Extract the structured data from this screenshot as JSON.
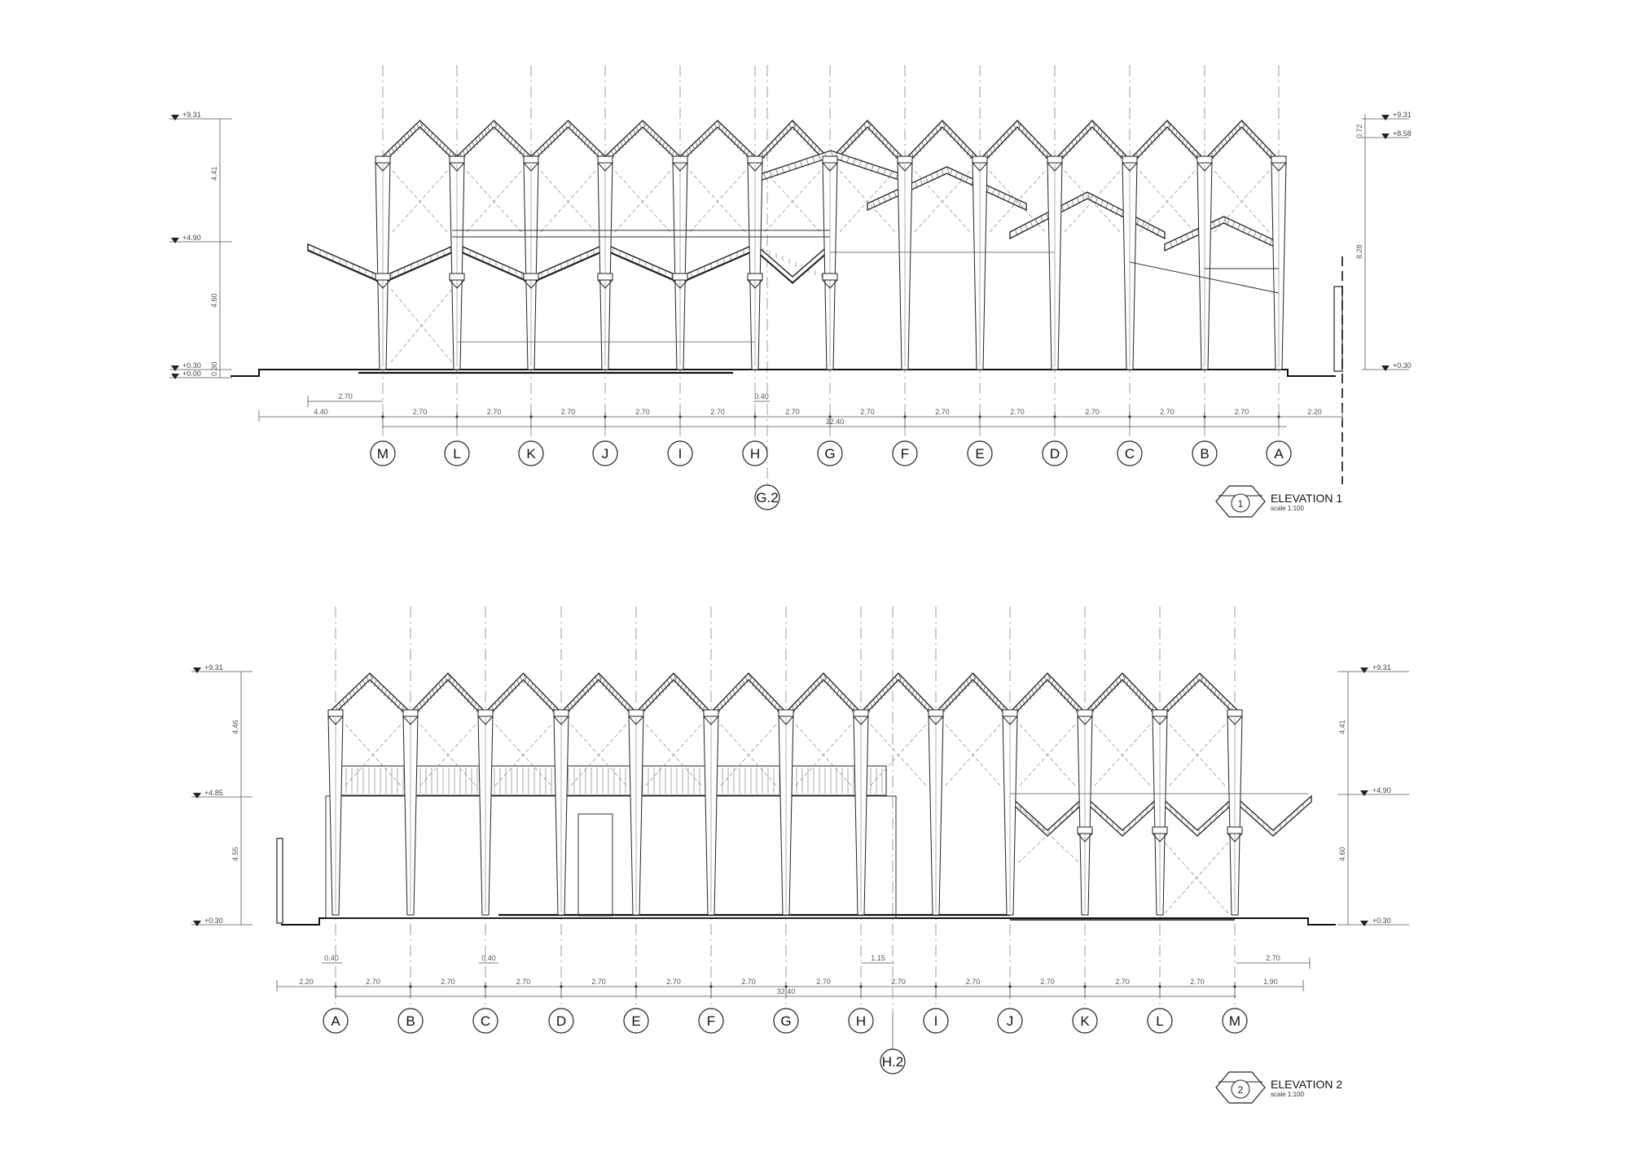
{
  "sheet": {
    "drawings": [
      {
        "title": "ELEVATION 1",
        "scale": "scale 1:100",
        "number": "1",
        "extra_grid_label": "G.2",
        "grid_labels": [
          "M",
          "L",
          "K",
          "J",
          "I",
          "H",
          "G",
          "F",
          "E",
          "D",
          "C",
          "B",
          "A"
        ],
        "bay_dims": [
          "2.70",
          "2.70",
          "2.70",
          "2.70",
          "2.70",
          "2.70",
          "2.70",
          "2.70",
          "2.70",
          "2.70",
          "2.70",
          "2.70"
        ],
        "end_left_dim": "4.40",
        "end_right_dim": "2.20",
        "total_dim": "32.40",
        "cantilever_dim": "2.70",
        "column_dim": "0.40",
        "left_levels": [
          "+9.31",
          "+4.90",
          "+0.30",
          "+0.00"
        ],
        "left_segments": [
          "4.41",
          "4.60",
          "0.30"
        ],
        "right_levels": [
          "+9.31",
          "+8.58",
          "+0.30"
        ],
        "right_segments": [
          "0.72",
          "8.28"
        ]
      },
      {
        "title": "ELEVATION 2",
        "scale": "scale 1:100",
        "number": "2",
        "extra_grid_label": "H.2",
        "grid_labels": [
          "A",
          "B",
          "C",
          "D",
          "E",
          "F",
          "G",
          "H",
          "I",
          "J",
          "K",
          "L",
          "M"
        ],
        "bay_dims": [
          "2.70",
          "2.70",
          "2.70",
          "2.70",
          "2.70",
          "2.70",
          "2.70",
          "2.70",
          "2.70",
          "2.70",
          "2.70",
          "2.70"
        ],
        "end_left_dim": "2.20",
        "end_right_dim": "1.90",
        "total_dim": "32.40",
        "cantilever_dim": "2.70",
        "column_dims": [
          "0.40",
          "0.40",
          "1.15"
        ],
        "left_levels": [
          "+9.31",
          "+4.85",
          "+0.30"
        ],
        "left_segments": [
          "4.46",
          "4.55"
        ],
        "right_levels": [
          "+9.31",
          "+4.90",
          "+0.30"
        ],
        "right_segments": [
          "4.41",
          "4.60"
        ]
      }
    ]
  }
}
